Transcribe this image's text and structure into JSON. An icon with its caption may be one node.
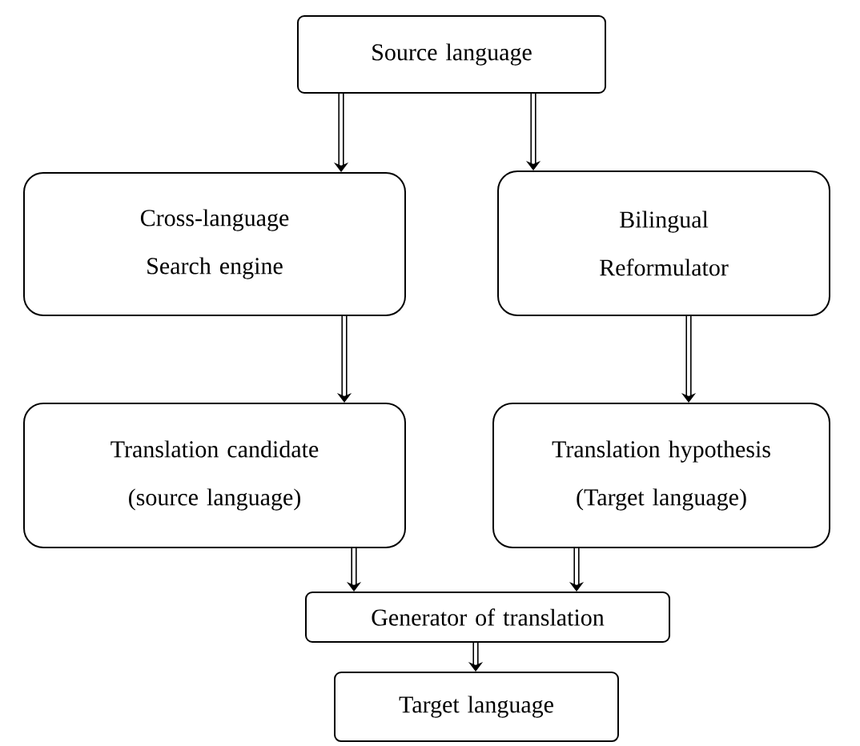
{
  "diagram": {
    "nodes": [
      {
        "text": [
          "Source language"
        ]
      },
      {
        "text": [
          "Cross-language Search engine"
        ]
      },
      {
        "text": [
          "Bilingual Reformulator"
        ]
      },
      {
        "text": [
          "Translation candidate (source language)"
        ]
      },
      {
        "text": [
          "Translation hypothesis (Target language)"
        ]
      },
      {
        "text": [
          "Generator of translation"
        ]
      },
      {
        "text": [
          "Target language"
        ]
      }
    ],
    "edges": [
      {
        "from": 0,
        "to": 1,
        "arrow": "to"
      },
      {
        "from": 0,
        "to": 2,
        "arrow": "to"
      },
      {
        "from": 1,
        "to": 3,
        "arrow": "to"
      },
      {
        "from": 2,
        "to": 4,
        "arrow": "to"
      },
      {
        "from": 3,
        "to": 5,
        "arrow": "to"
      },
      {
        "from": 4,
        "to": 5,
        "arrow": "to"
      },
      {
        "from": 5,
        "to": 6,
        "arrow": "to"
      }
    ]
  }
}
